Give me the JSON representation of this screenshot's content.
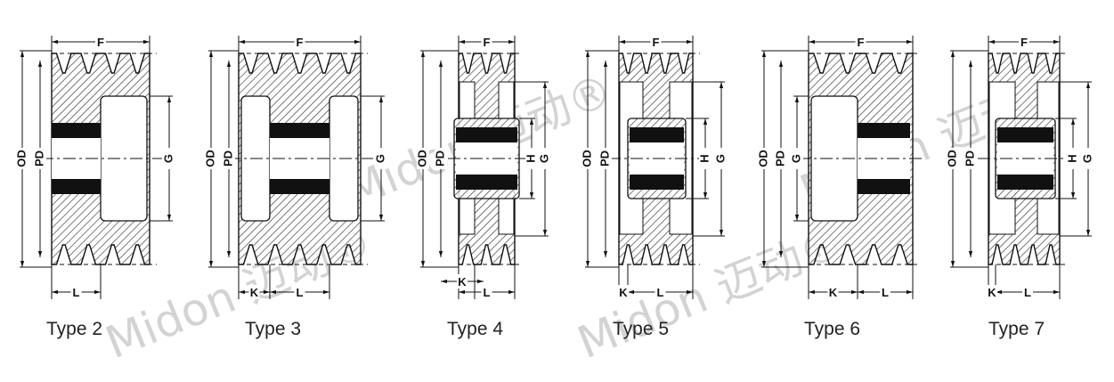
{
  "figures": [
    {
      "caption": "Type 2",
      "dims": {
        "od": "OD",
        "pd": "PD",
        "g": "G",
        "f": "F",
        "l": "L"
      }
    },
    {
      "caption": "Type 3",
      "dims": {
        "od": "OD",
        "pd": "PD",
        "g": "G",
        "f": "F",
        "k": "K",
        "l": "L"
      }
    },
    {
      "caption": "Type 4",
      "dims": {
        "od": "OD",
        "pd": "PD",
        "h": "H",
        "g": "G",
        "f": "F",
        "k": "K",
        "l": "L"
      }
    },
    {
      "caption": "Type 5",
      "dims": {
        "od": "OD",
        "pd": "PD",
        "h": "H",
        "g": "G",
        "f": "F",
        "k": "K",
        "l": "L"
      }
    },
    {
      "caption": "Type 6",
      "dims": {
        "od": "OD",
        "pd": "PD",
        "g": "G",
        "f": "F",
        "k": "K",
        "l": "L"
      }
    },
    {
      "caption": "Type 7",
      "dims": {
        "od": "OD",
        "pd": "PD",
        "h": "H",
        "g": "G",
        "f": "F",
        "k": "K",
        "l": "L"
      }
    }
  ],
  "watermark": "Midon 迈动®"
}
